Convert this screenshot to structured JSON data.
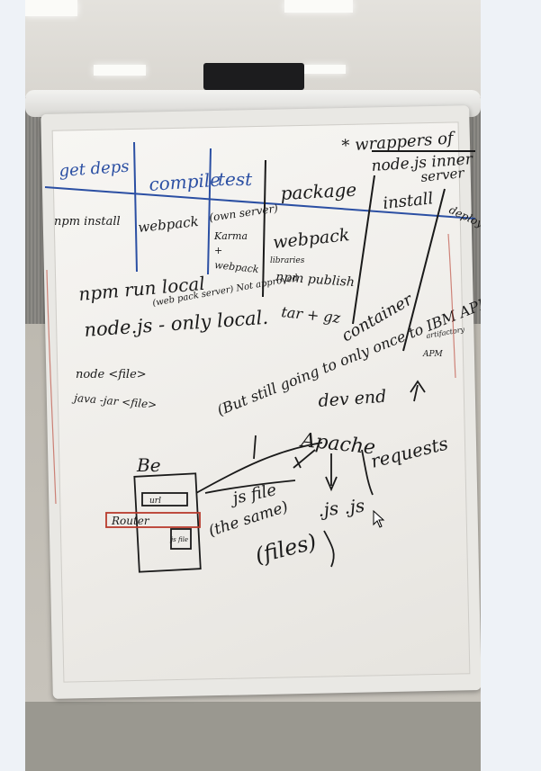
{
  "whiteboard": {
    "column_headers": [
      "get deps",
      "compile",
      "test",
      "package",
      "install",
      "deploy"
    ],
    "header_note": [
      "* wrappers of",
      "node.js inner",
      "server"
    ],
    "row_cells": {
      "get_deps": "npm install",
      "compile": "webpack",
      "test": [
        "(own server)",
        "Karma",
        "+",
        "webpack"
      ],
      "package": [
        "webpack",
        "libraries",
        "npm publish",
        "tar + gz"
      ],
      "deploy": [
        "artifactory",
        "APM"
      ]
    },
    "notes": {
      "npm_run_local": "npm run local",
      "server_note": "(web pack server) Not approved",
      "node_only_local": "node.js - only local.",
      "node_file": "node <file>",
      "java_jar": "java -jar <file>",
      "still_going": "(But still going to only once to IBM API asset",
      "container": "container",
      "dev_ends": "dev end",
      "apache": "Apache",
      "requests": "requests",
      "jsfile": "js file",
      "the_same": "(the same)",
      "files": "(files)",
      "js_js": ".js .js",
      "be": "Be",
      "url": "url",
      "router": "Router",
      "js_file_small": "js file"
    },
    "colors": {
      "blue_marker": "#2b4fa3",
      "black_marker": "#1a1a1a",
      "red_marker": "#b83a2c"
    }
  },
  "cursor": {
    "icon": "mouse-pointer-icon"
  }
}
